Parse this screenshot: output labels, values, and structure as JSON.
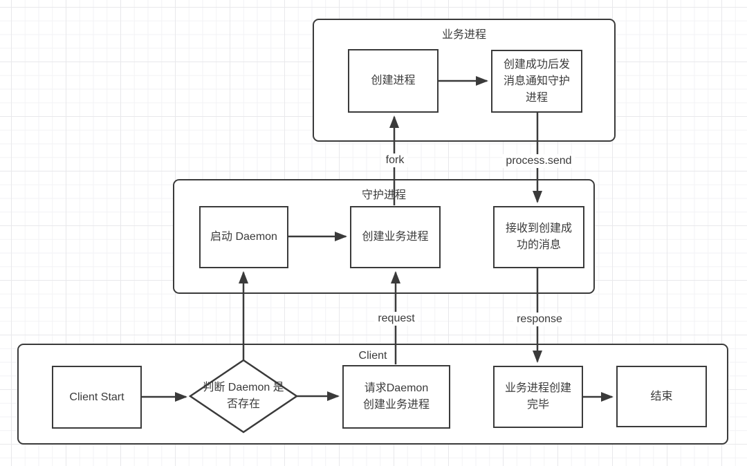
{
  "diagram": {
    "stroke_color": "#3a3a3a",
    "node_fill_color": "#ffffff",
    "grid_minor_color": "#f2f2f5",
    "grid_major_color": "#e8e8eb",
    "containers": {
      "business": {
        "title": "业务进程"
      },
      "daemon": {
        "title": "守护进程"
      },
      "client": {
        "title": "Client"
      }
    },
    "nodes": {
      "create_process": {
        "label": "创建进程"
      },
      "notify_daemon": {
        "label": "创建成功后发\n消息通知守护\n进程"
      },
      "start_daemon": {
        "label": "启动 Daemon"
      },
      "create_business": {
        "label": "创建业务进程"
      },
      "receive_msg": {
        "label": "接收到创建成\n功的消息"
      },
      "client_start": {
        "label": "Client Start"
      },
      "check_daemon": {
        "label": "判断 Daemon 是\n否存在"
      },
      "request_daemon": {
        "label": "请求Daemon\n创建业务进程"
      },
      "created_done": {
        "label": "业务进程创建\n完毕"
      },
      "end": {
        "label": "结束"
      }
    },
    "edge_labels": {
      "fork": "fork",
      "process_send": "process.send",
      "request": "request",
      "response": "response"
    }
  }
}
